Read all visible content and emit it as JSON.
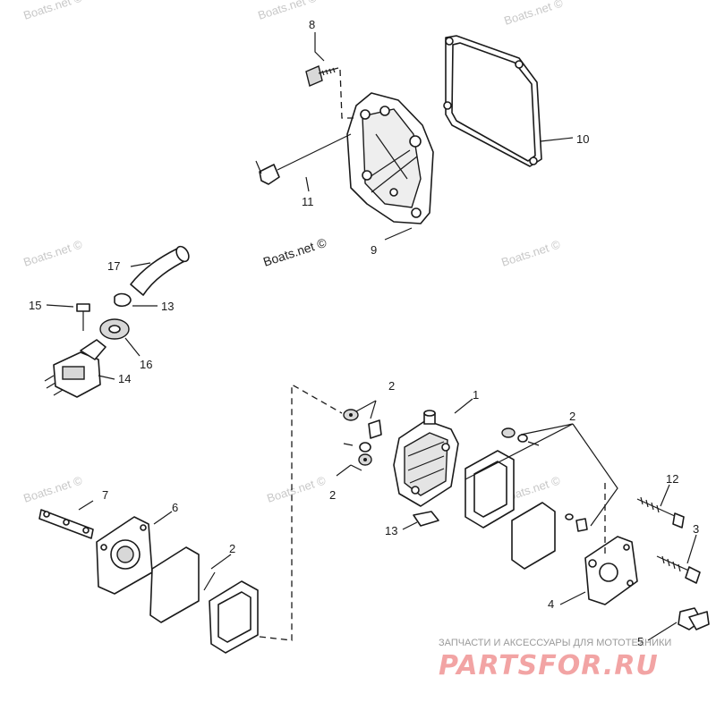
{
  "callouts": {
    "n1": "1",
    "n2a": "2",
    "n2b": "2",
    "n2c": "2",
    "n2d": "2",
    "n3": "3",
    "n4": "4",
    "n5": "5",
    "n6": "6",
    "n7": "7",
    "n8": "8",
    "n9": "9",
    "n10": "10",
    "n11": "11",
    "n12": "12",
    "n13a": "13",
    "n13b": "13",
    "n14": "14",
    "n15": "15",
    "n16": "16",
    "n17": "17"
  },
  "watermarks": {
    "boats": "Boats.net ©",
    "boats_main": "Boats.net ©"
  },
  "logo": {
    "tagline": "ЗАПЧАСТИ И АКСЕССУАРЫ ДЛЯ МОТОТЕХНИКИ",
    "brand": "PARTSFOR.RU",
    "accent": "#f2a4a4"
  }
}
